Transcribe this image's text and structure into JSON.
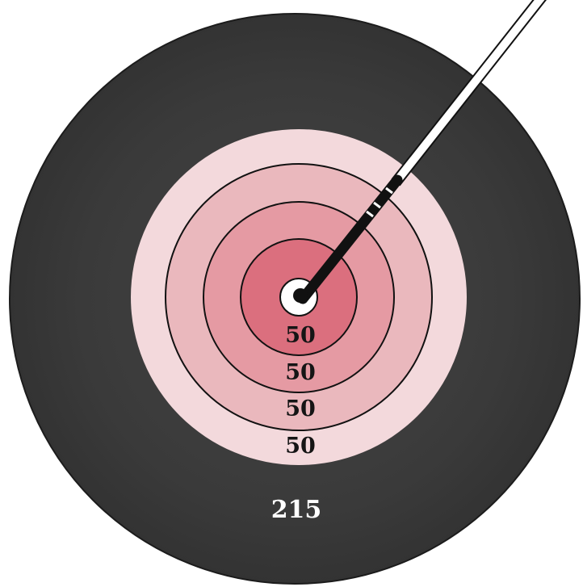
{
  "target": {
    "rings": [
      {
        "label": "50"
      },
      {
        "label": "50"
      },
      {
        "label": "50"
      },
      {
        "label": "50"
      }
    ],
    "outer_label": "215"
  },
  "colors": {
    "outer_disc": "#3a3a3a",
    "ring_outer": "#f3d9dc",
    "ring_3": "#eab8bd",
    "ring_2": "#e59aa3",
    "ring_1": "#db6f7e",
    "ring_inner": "#d54e63",
    "bullseye": "#ffffff",
    "outline": "#111111",
    "arrow_shaft": "#111111"
  }
}
